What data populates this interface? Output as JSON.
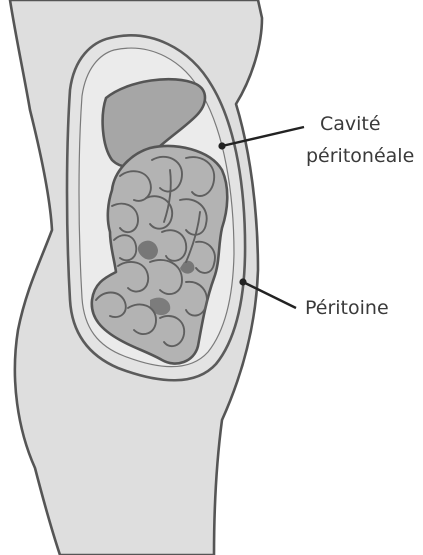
{
  "labels": {
    "cavity_line1": "Cavité",
    "cavity_line2": "péritonéale",
    "peritoneum": "Péritoine"
  },
  "colors": {
    "body_fill": "#dedede",
    "outline": "#555555",
    "peritoneum_line": "#5b5b5b",
    "cavity_fill": "#ebebeb",
    "organ_fill": "#a6a6a6",
    "intestine_fill": "#b3b3b3",
    "dark_gap": "#777777",
    "leader_line": "#222222",
    "text": "#3a3a3a"
  }
}
